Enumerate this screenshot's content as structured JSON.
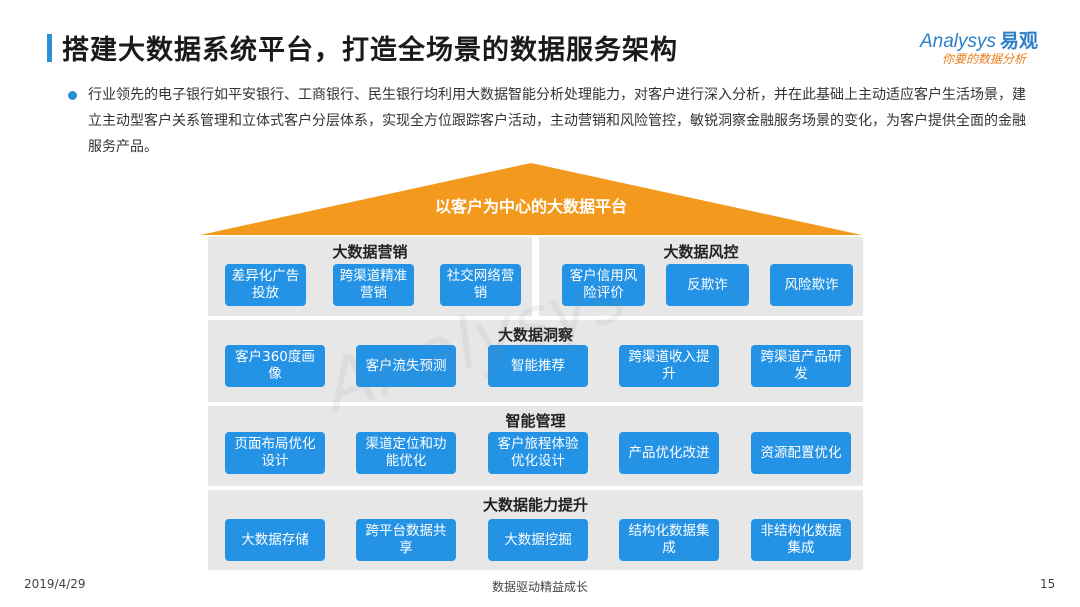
{
  "header": {
    "title": "搭建大数据系统平台，打造全场景的数据服务架构",
    "logo_brand": "Analysys",
    "logo_brand_cn": "易观",
    "logo_slogan": "你要的数据分析"
  },
  "bullet": "行业领先的电子银行如平安银行、工商银行、民生银行均利用大数据智能分析处理能力，对客户进行深入分析，并在此基础上主动适应客户生活场景，建立主动型客户关系管理和立体式客户分层体系，实现全方位跟踪客户活动，主动营销和风险管控，敏锐洞察金融服务场景的变化，为客户提供全面的金融服务产品。",
  "diagram": {
    "roof_label": "以客户为中心的大数据平台",
    "marketing": {
      "title": "大数据营销",
      "items": [
        "差异化广告投放",
        "跨渠道精准营销",
        "社交网络营销"
      ]
    },
    "risk": {
      "title": "大数据风控",
      "items": [
        "客户信用风险评价",
        "反欺诈",
        "风险欺诈"
      ]
    },
    "insight": {
      "title": "大数据洞察",
      "items": [
        "客户360度画像",
        "客户流失预测",
        "智能推荐",
        "跨渠道收入提升",
        "跨渠道产品研发"
      ]
    },
    "management": {
      "title": "智能管理",
      "items": [
        "页面布局优化设计",
        "渠道定位和功能优化",
        "客户旅程体验优化设计",
        "产品优化改进",
        "资源配置优化"
      ]
    },
    "capability": {
      "title": "大数据能力提升",
      "items": [
        "大数据存储",
        "跨平台数据共享",
        "大数据挖掘",
        "结构化数据集成",
        "非结构化数据集成"
      ]
    }
  },
  "colors": {
    "accent": "#2493e6",
    "roof": "#f39a1e",
    "panel": "#e7e7e7"
  },
  "footer": {
    "date": "2019/4/29",
    "center": "数据驱动精益成长",
    "page": "15"
  }
}
